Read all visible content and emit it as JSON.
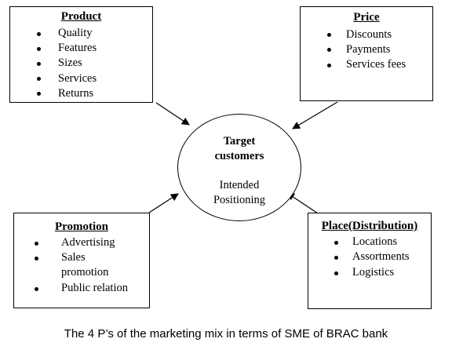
{
  "product": {
    "title": "Product",
    "items": [
      "Quality",
      "Features",
      "Sizes",
      "Services",
      "Returns"
    ]
  },
  "price": {
    "title": "Price",
    "items": [
      "Discounts",
      "Payments",
      "Services fees"
    ]
  },
  "promotion": {
    "title": "Promotion",
    "items": [
      "Advertising",
      "Sales",
      "promotion",
      "Public relation"
    ]
  },
  "place": {
    "title": "Place(Distribution)",
    "items": [
      "Locations",
      "Assortments",
      "Logistics"
    ]
  },
  "center": {
    "title_line1": "Target",
    "title_line2": "customers",
    "sub_line1": "Intended",
    "sub_line2": "Positioning"
  },
  "caption": "The 4 P’s of the marketing mix in terms of SME of BRAC bank"
}
